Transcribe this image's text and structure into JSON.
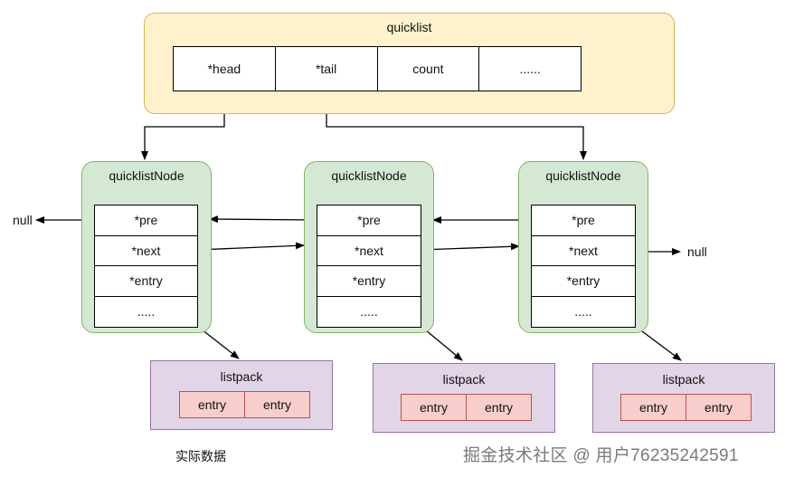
{
  "quicklist": {
    "title": "quicklist",
    "fields": [
      "*head",
      "*tail",
      "count",
      "......"
    ]
  },
  "nodes": [
    {
      "title": "quicklistNode",
      "fields": [
        "*pre",
        "*next",
        "*entry",
        "....."
      ]
    },
    {
      "title": "quicklistNode",
      "fields": [
        "*pre",
        "*next",
        "*entry",
        "....."
      ]
    },
    {
      "title": "quicklistNode",
      "fields": [
        "*pre",
        "*next",
        "*entry",
        "....."
      ]
    }
  ],
  "listpacks": [
    {
      "title": "listpack",
      "entries": [
        "entry",
        "entry"
      ]
    },
    {
      "title": "listpack",
      "entries": [
        "entry",
        "entry"
      ]
    },
    {
      "title": "listpack",
      "entries": [
        "entry",
        "entry"
      ]
    }
  ],
  "null_left": "null",
  "null_right": "null",
  "caption": "实际数据",
  "watermark": "掘金技术社区 @ 用户76235242591",
  "colors": {
    "quicklist_fill": "#fff2cc",
    "quicklist_stroke": "#d6b656",
    "node_fill": "#d5e8d4",
    "node_stroke": "#82b366",
    "listpack_fill": "#e1d5e7",
    "listpack_stroke": "#9673a6",
    "entry_fill": "#f8cecc",
    "entry_stroke": "#b85450"
  }
}
